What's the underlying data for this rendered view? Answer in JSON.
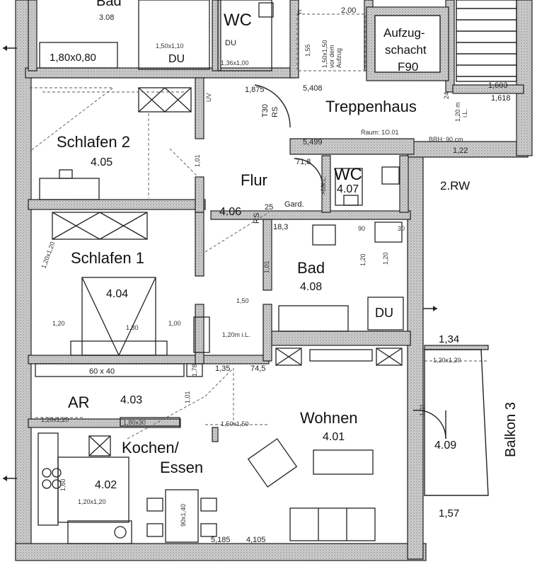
{
  "rooms": {
    "bad_top": {
      "name": "Bad",
      "number": "3.08"
    },
    "wc_top": {
      "name": "WC",
      "sub": "DU"
    },
    "aufzug": {
      "line1": "Aufzug-",
      "line2": "schacht",
      "line3": "F90"
    },
    "treppenhaus": {
      "name": "Treppenhaus",
      "raum": "Raum: 1O.01",
      "brh": "BRH: 90 cm"
    },
    "schlafen2": {
      "name": "Schlafen 2",
      "number": "4.05"
    },
    "flur": {
      "name": "Flur",
      "number": "4.06"
    },
    "wc": {
      "name": "WC",
      "number": "4.07"
    },
    "rw": {
      "label": "2.RW"
    },
    "schlafen1": {
      "name": "Schlafen 1",
      "number": "4.04"
    },
    "bad": {
      "name": "Bad",
      "number": "4.08",
      "du": "DU"
    },
    "ar": {
      "name": "AR",
      "number": "4.03"
    },
    "wohnen": {
      "name": "Wohnen",
      "number": "4.01"
    },
    "kochen": {
      "line1": "Kochen/",
      "line2": "Essen",
      "number": "4.02"
    },
    "balkon": {
      "name": "Balkon 3",
      "number": "4.09"
    }
  },
  "dims": {
    "d1": "1,80x0,80",
    "d2": "1,50x1,10",
    "d3": "DU",
    "d4": "1,36x1,00",
    "d5": "2,00",
    "d6": "1,55",
    "d7": "1,50x1,50",
    "d8": "vor dem",
    "d9": "Aufzug",
    "d10": "1,875",
    "d11": "5,408",
    "d12": "1,603",
    "d13": "1,618",
    "d14": "1,22",
    "d15": "5,499",
    "d16": "71,8",
    "d17": "25",
    "d18": "Gard.",
    "d19": "18,3",
    "d20": ">80l.L.",
    "d21": "1,20x1,20",
    "d22": "1,20",
    "d23": "1,80",
    "d24": "1,00",
    "d25": "1,50",
    "d26": "1,20m i.L.",
    "d27": "60 x 40",
    "d28": "1,78",
    "d29": "1,35",
    "d30": "74,5",
    "d31": "1,34",
    "d32": "1,20x1,20",
    "d33": "1,20x1,20",
    "d34": "1,80x30",
    "d35": "1,50x1,50",
    "d36": "1,01",
    "d37": "1,20x1,20",
    "d38": "90x1,40",
    "d39": "5,185",
    "d40": "4,105",
    "d41": "1,57",
    "d42": "T30",
    "d43": "RS",
    "d44": "UV",
    "d45": "1,20 m",
    "d46": "i.L.",
    "d47": "1,01",
    "d48": "1,60",
    "d49": "90",
    "d50": "30",
    "d51": "1,20",
    "d52": "1,20",
    "d53": "24",
    "d54": "F",
    "d55": "RS",
    "d56": "1,01",
    "d57": "1,01"
  }
}
